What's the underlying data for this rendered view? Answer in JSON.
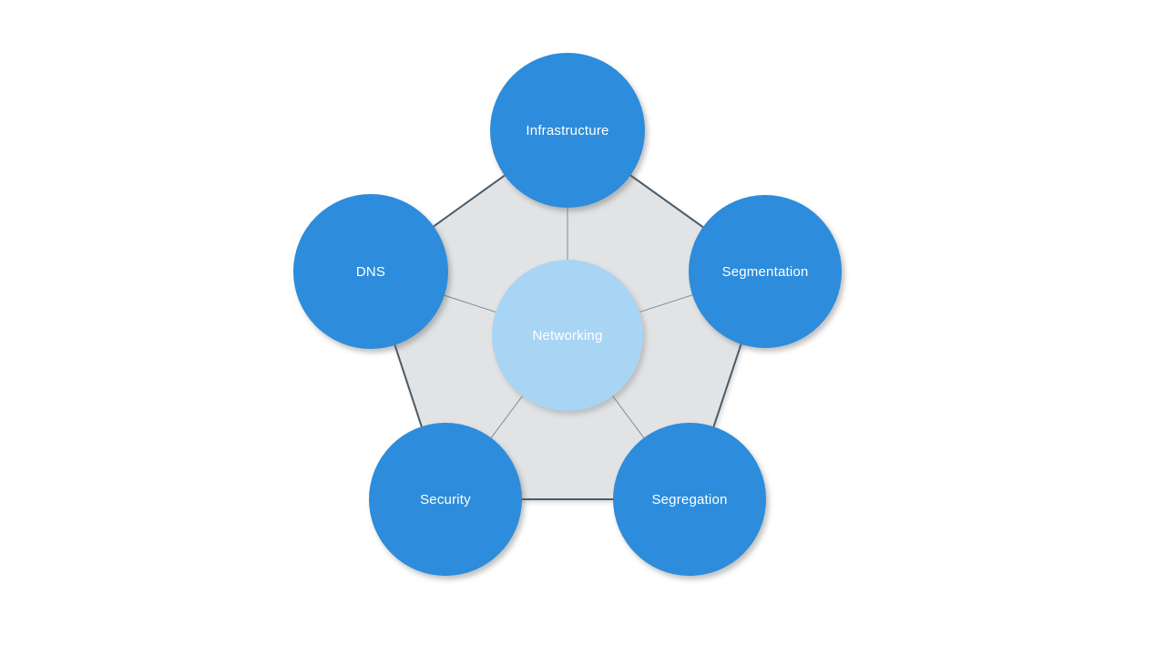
{
  "diagram": {
    "title": "Networking radial pentagon diagram",
    "center": {
      "label": "Networking"
    },
    "nodes": [
      {
        "label": "Infrastructure",
        "position": "top"
      },
      {
        "label": "Segmentation",
        "position": "right"
      },
      {
        "label": "Segregation",
        "position": "bottom-right"
      },
      {
        "label": "Security",
        "position": "bottom-left"
      },
      {
        "label": "DNS",
        "position": "left"
      }
    ],
    "colors": {
      "node_fill": "#2d8cdb",
      "center_fill": "#a9d5f5",
      "pentagon_fill": "#e1e3e5",
      "pentagon_stroke": "#4a5c6b",
      "connector": "#7f8c96",
      "label_color": "#ffffff",
      "background": "#ffffff"
    }
  }
}
